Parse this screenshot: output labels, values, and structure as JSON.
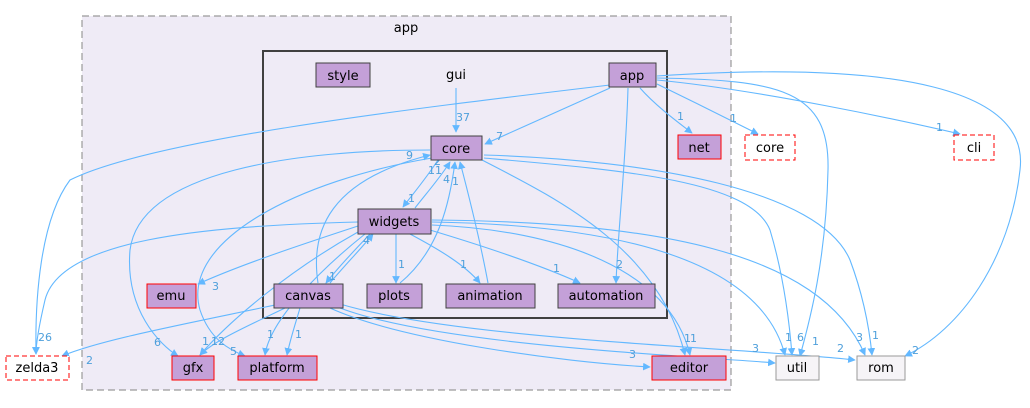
{
  "clusters": {
    "app": "app",
    "gui": "gui"
  },
  "nodes": {
    "style": "style",
    "app": "app",
    "core": "core",
    "net": "net",
    "widgets": "widgets",
    "canvas": "canvas",
    "plots": "plots",
    "animation": "animation",
    "automation": "automation",
    "emu": "emu",
    "gfx": "gfx",
    "platform": "platform",
    "editor": "editor",
    "ext_core": "core",
    "cli": "cli",
    "zelda3": "zelda3",
    "util": "util",
    "rom": "rom"
  },
  "edge_labels": {
    "gui_core": "37",
    "app_core": "7",
    "app_net": "1",
    "app_extcore": "1",
    "app_cli": "1",
    "app_automation": "2",
    "app_util": "1",
    "app_rom": "2",
    "app_zelda3": "26",
    "core_widgets": "1",
    "widgets_core": "11",
    "widgets_core2": "2",
    "canvas_core": "9",
    "plots_core": "4",
    "animation_core": "1",
    "widgets_emu": "3",
    "widgets_plots": "1",
    "widgets_animation": "1",
    "widgets_automation": "1",
    "widgets_canvas": "1",
    "canvas_widgets": "4",
    "canvas_gfx": "1",
    "widgets_gfx": "12",
    "widgets_platform": "5",
    "canvas_platform": "1",
    "canvas_zelda3": "2",
    "canvas_editor": "3",
    "canvas_util": "3",
    "canvas_rom": "2",
    "core_gfx": "6",
    "core_editor": "1",
    "core_util": "1",
    "core_rom": "1",
    "widgets_editor": "1",
    "widgets_util": "6",
    "widgets_rom": "3"
  },
  "colors": {
    "cluster_fill": "#efebf6",
    "node_fill": "#c4a0d8",
    "edge": "#63b8ff",
    "label": "#4e9fdb",
    "external_border": "#ff0000",
    "internal_border": "#404040",
    "plain_fill": "#f6f4f7"
  }
}
